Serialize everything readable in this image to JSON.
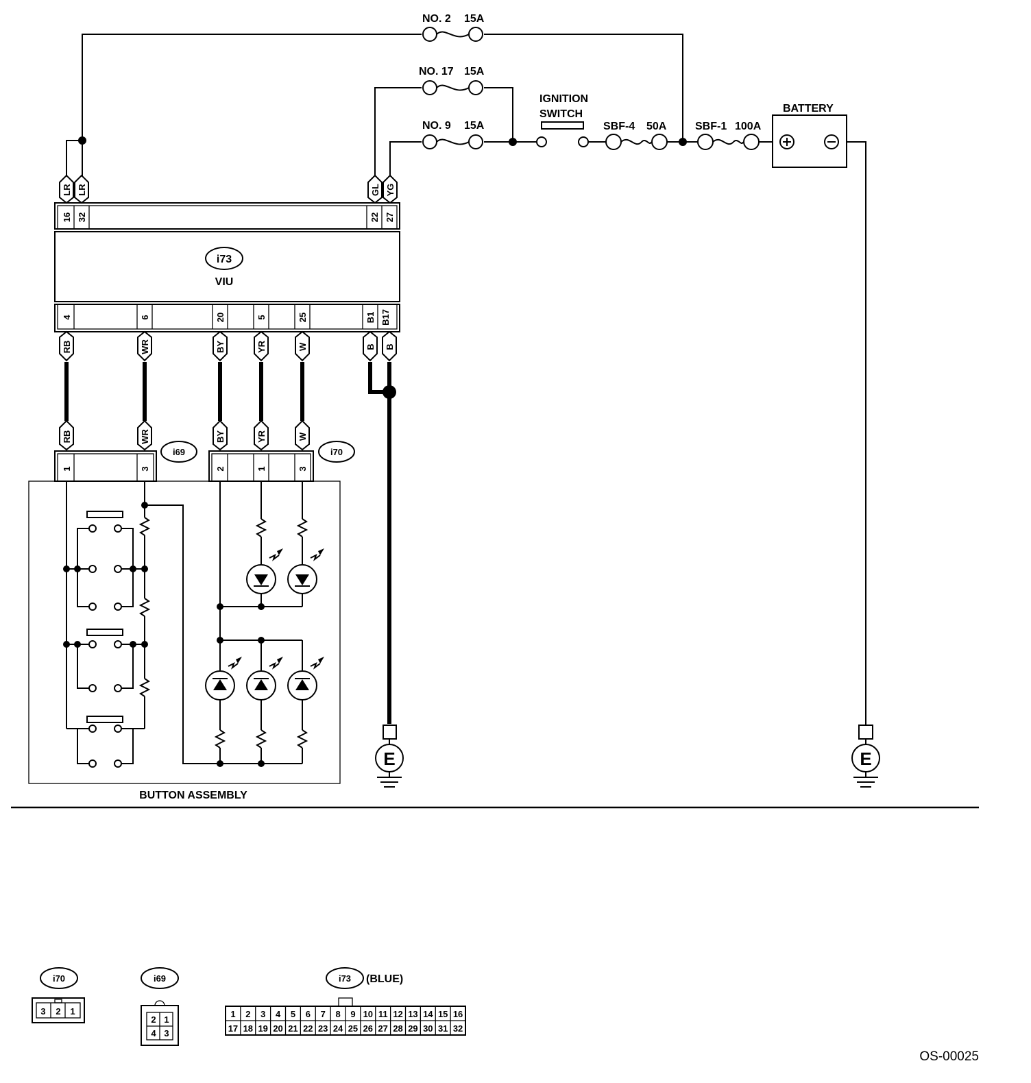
{
  "fuses": {
    "no2": {
      "name": "NO. 2",
      "rating": "15A"
    },
    "no17": {
      "name": "NO. 17",
      "rating": "15A"
    },
    "no9": {
      "name": "NO. 9",
      "rating": "15A"
    },
    "sbf4": {
      "name": "SBF-4",
      "rating": "50A"
    },
    "sbf1": {
      "name": "SBF-1",
      "rating": "100A"
    }
  },
  "ignition_switch": {
    "line1": "IGNITION",
    "line2": "SWITCH"
  },
  "battery": {
    "label": "BATTERY"
  },
  "viu": {
    "connector": "i73",
    "name": "VIU",
    "top_pins": [
      "16",
      "32",
      "22",
      "27"
    ],
    "top_wires": [
      "LR",
      "LR",
      "GL",
      "YG"
    ],
    "bottom_pins": [
      "4",
      "6",
      "20",
      "5",
      "25",
      "B1",
      "B17"
    ],
    "bottom_wires": [
      "RB",
      "WR",
      "BY",
      "YR",
      "W",
      "B",
      "B"
    ]
  },
  "i69": {
    "connector": "i69",
    "pins": [
      "1",
      "3"
    ],
    "wires": [
      "RB",
      "WR"
    ]
  },
  "i70": {
    "connector": "i70",
    "pins": [
      "2",
      "1",
      "3"
    ],
    "wires": [
      "BY",
      "YR",
      "W"
    ]
  },
  "button_assembly": {
    "label": "BUTTON ASSEMBLY"
  },
  "ground": {
    "symbol": "E"
  },
  "connector_views": {
    "i70": {
      "label": "i70",
      "pins": [
        "3",
        "2",
        "1"
      ]
    },
    "i69": {
      "label": "i69",
      "pins_top": [
        "2",
        "1"
      ],
      "pins_bottom": [
        "4",
        "3"
      ]
    },
    "i73": {
      "label": "i73",
      "color": "(BLUE)",
      "pins_top": [
        "1",
        "2",
        "3",
        "4",
        "5",
        "6",
        "7",
        "8",
        "9",
        "10",
        "11",
        "12",
        "13",
        "14",
        "15",
        "16"
      ],
      "pins_bottom": [
        "17",
        "18",
        "19",
        "20",
        "21",
        "22",
        "23",
        "24",
        "25",
        "26",
        "27",
        "28",
        "29",
        "30",
        "31",
        "32"
      ]
    }
  },
  "figure_code": "OS-00025"
}
